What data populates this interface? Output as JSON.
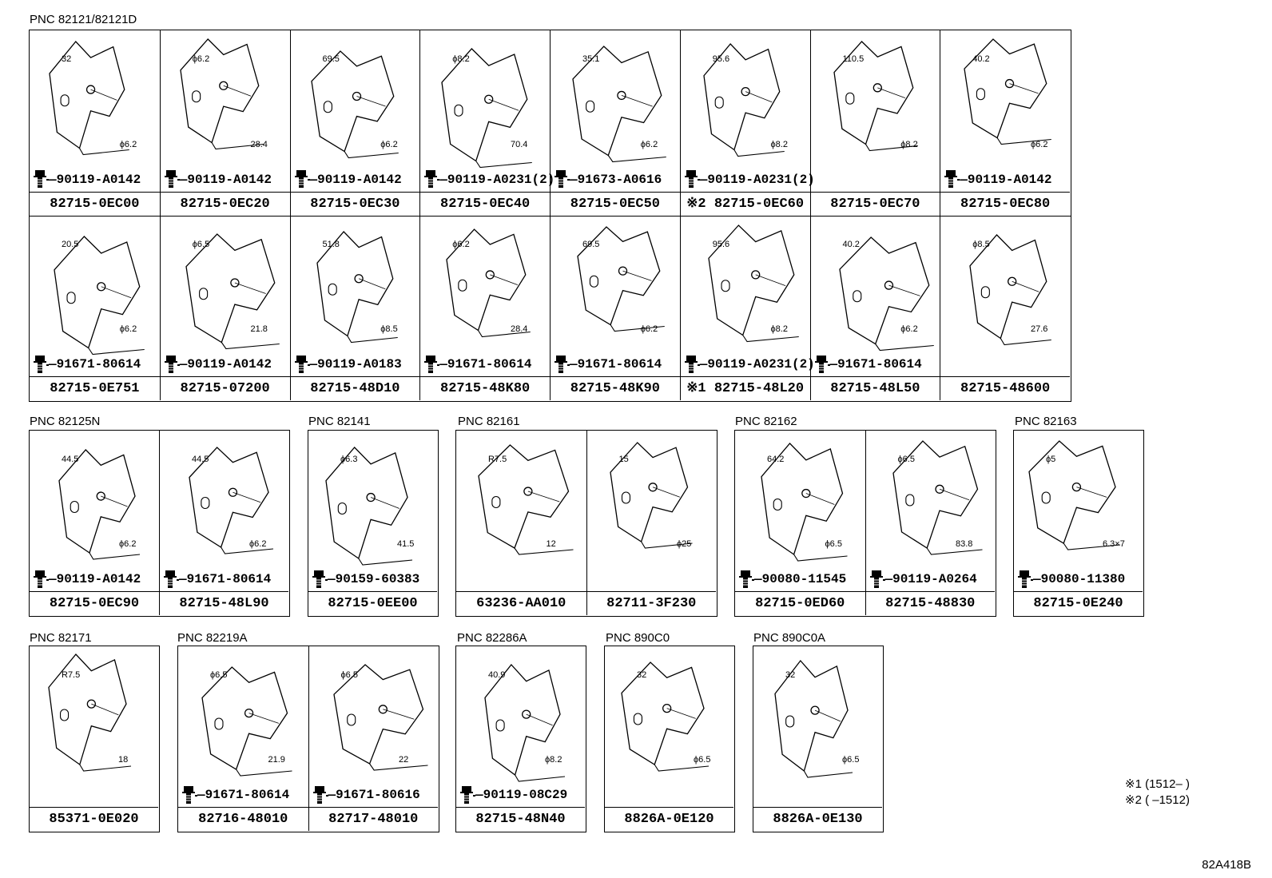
{
  "groups": [
    {
      "title": "PNC 82121/82121D",
      "rows": [
        [
          {
            "bolt": "90119-A0142",
            "part": "82715-0EC00",
            "dims": [
              "32",
              "ϕ6.2"
            ]
          },
          {
            "bolt": "90119-A0142",
            "part": "82715-0EC20",
            "dims": [
              "ϕ6.2",
              "28.4"
            ]
          },
          {
            "bolt": "90119-A0142",
            "part": "82715-0EC30",
            "dims": [
              "69.5",
              "ϕ6.2"
            ]
          },
          {
            "bolt": "90119-A0231(2)",
            "part": "82715-0EC40",
            "dims": [
              "ϕ8.2",
              "70.4"
            ]
          },
          {
            "bolt": "91673-A0616",
            "part": "82715-0EC50",
            "dims": [
              "35.1",
              "ϕ6.2"
            ]
          },
          {
            "bolt": "90119-A0231(2)",
            "part": "※2 82715-0EC60",
            "dims": [
              "95.6",
              "ϕ8.2"
            ]
          },
          {
            "bolt": "",
            "part": "82715-0EC70",
            "dims": [
              "110.5",
              "ϕ8.2"
            ]
          },
          {
            "bolt": "90119-A0142",
            "part": "82715-0EC80",
            "dims": [
              "40.2",
              "ϕ6.2"
            ]
          }
        ],
        [
          {
            "bolt": "91671-80614",
            "part": "82715-0E751",
            "dims": [
              "20.5",
              "ϕ6.2"
            ]
          },
          {
            "bolt": "90119-A0142",
            "part": "82715-07200",
            "dims": [
              "ϕ6.5",
              "21.8"
            ]
          },
          {
            "bolt": "90119-A0183",
            "part": "82715-48D10",
            "dims": [
              "51.8",
              "ϕ8.5"
            ]
          },
          {
            "bolt": "91671-80614",
            "part": "82715-48K80",
            "dims": [
              "ϕ6.2",
              "28.4"
            ]
          },
          {
            "bolt": "91671-80614",
            "part": "82715-48K90",
            "dims": [
              "69.5",
              "ϕ6.2"
            ]
          },
          {
            "bolt": "90119-A0231(2)",
            "part": "※1 82715-48L20",
            "dims": [
              "95.6",
              "ϕ8.2"
            ]
          },
          {
            "bolt": "91671-80614",
            "part": "82715-48L50",
            "dims": [
              "40.2",
              "ϕ6.2"
            ]
          },
          {
            "bolt": "",
            "part": "82715-48600",
            "dims": [
              "ϕ8.5",
              "27.6"
            ]
          }
        ]
      ]
    },
    {
      "title": "PNC 82125N",
      "cells": [
        {
          "bolt": "90119-A0142",
          "part": "82715-0EC90",
          "dims": [
            "44.5",
            "ϕ6.2"
          ]
        },
        {
          "bolt": "91671-80614",
          "part": "82715-48L90",
          "dims": [
            "44.5",
            "ϕ6.2"
          ]
        }
      ]
    },
    {
      "title": "PNC 82141",
      "cells": [
        {
          "bolt": "90159-60383",
          "part": "82715-0EE00",
          "dims": [
            "ϕ6.3",
            "41.5"
          ]
        }
      ]
    },
    {
      "title": "PNC 82161",
      "cells": [
        {
          "bolt": "",
          "part": "63236-AA010",
          "dims": [
            "R7.5",
            "12"
          ]
        },
        {
          "bolt": "",
          "part": "82711-3F230",
          "dims": [
            "15",
            "ϕ25"
          ]
        }
      ]
    },
    {
      "title": "PNC 82162",
      "cells": [
        {
          "bolt": "90080-11545",
          "part": "82715-0ED60",
          "dims": [
            "64.2",
            "ϕ6.5"
          ]
        },
        {
          "bolt": "90119-A0264",
          "part": "82715-48830",
          "dims": [
            "ϕ6.5",
            "83.8"
          ]
        }
      ]
    },
    {
      "title": "PNC 82163",
      "cells": [
        {
          "bolt": "90080-11380",
          "part": "82715-0E240",
          "dims": [
            "ϕ5",
            "6.3×7"
          ]
        }
      ]
    },
    {
      "title": "PNC 82171",
      "cells": [
        {
          "bolt": "",
          "part": "85371-0E020",
          "dims": [
            "R7.5",
            "18"
          ]
        }
      ]
    },
    {
      "title": "PNC 82219A",
      "cells": [
        {
          "bolt": "91671-80614",
          "part": "82716-48010",
          "dims": [
            "ϕ6.5",
            "21.9"
          ]
        },
        {
          "bolt": "91671-80616",
          "part": "82717-48010",
          "dims": [
            "ϕ6.5",
            "22"
          ]
        }
      ]
    },
    {
      "title": "PNC 82286A",
      "cells": [
        {
          "bolt": "90119-08C29",
          "part": "82715-48N40",
          "dims": [
            "40.9",
            "ϕ8.2"
          ]
        }
      ]
    },
    {
      "title": "PNC 890C0",
      "cells": [
        {
          "bolt": "",
          "part": "8826A-0E120",
          "dims": [
            "32",
            "ϕ6.5"
          ]
        }
      ]
    },
    {
      "title": "PNC 890C0A",
      "cells": [
        {
          "bolt": "",
          "part": "8826A-0E130",
          "dims": [
            "32",
            "ϕ6.5"
          ]
        }
      ]
    }
  ],
  "notes": [
    "※1 (1512–     )",
    "※2 (      –1512)"
  ],
  "ref_code": "82A418B"
}
